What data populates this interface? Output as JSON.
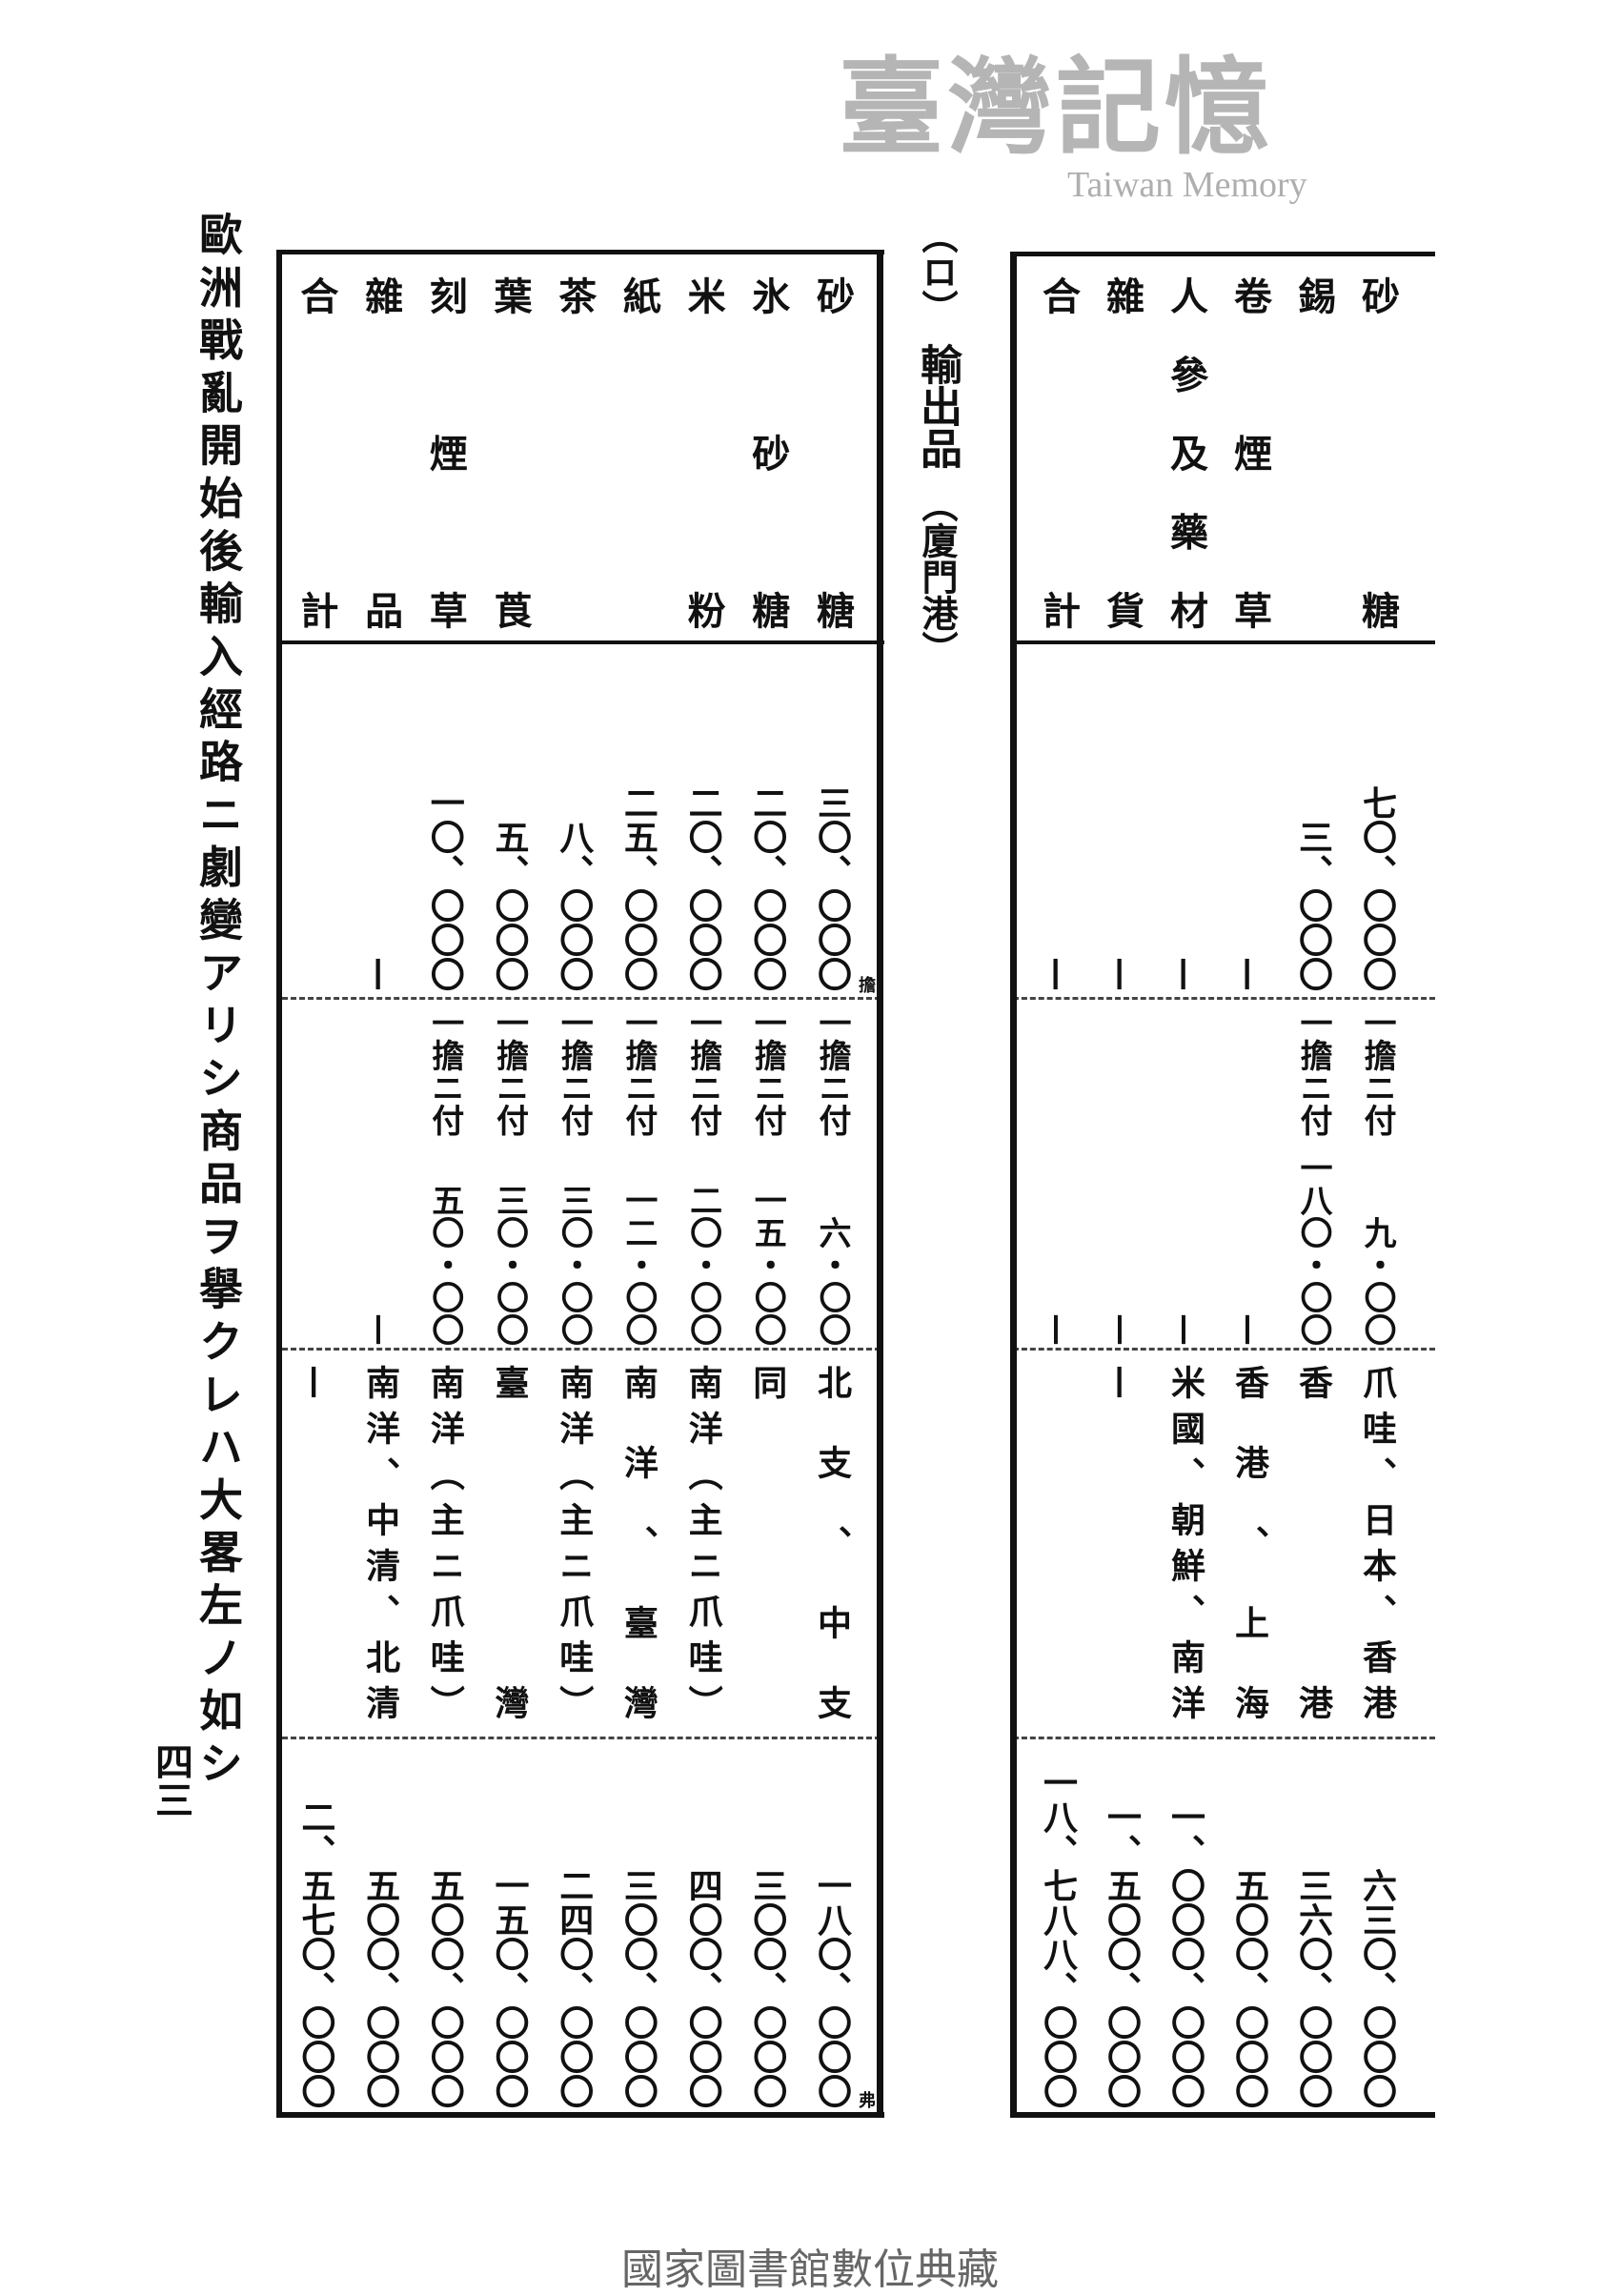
{
  "intro_text": "歐洲戰亂開始後輸入經路ニ劇變アリシ商品ヲ擧クレハ大畧左ノ如シ",
  "page_number": "四三",
  "section": {
    "marker": "（ロ）",
    "title": "輸出品",
    "port": "（廈門港）"
  },
  "unit_marks": {
    "quantity": "擔",
    "value": "弗"
  },
  "import_table_continued": {
    "rows": [
      {
        "item": "砂糖",
        "quantity": "七〇、〇〇〇",
        "unit": "一擔ニ付",
        "price": "九・〇〇",
        "origin": "爪哇、日本、香港",
        "value": "六三〇、〇〇〇"
      },
      {
        "item": "錫",
        "quantity": "三、〇〇〇",
        "unit": "一擔ニ付",
        "price": "一八〇・〇〇",
        "origin": "香港",
        "value": "三六〇、〇〇〇"
      },
      {
        "item": "卷煙草",
        "quantity": "—",
        "unit": "",
        "price": "—",
        "origin": "香港、上海",
        "value": "五〇〇、〇〇〇"
      },
      {
        "item": "人參及藥材",
        "quantity": "—",
        "unit": "",
        "price": "—",
        "origin": "米國、朝鮮、南洋",
        "value": "一、〇〇〇、〇〇〇"
      },
      {
        "item": "雜貨",
        "quantity": "—",
        "unit": "",
        "price": "—",
        "origin": "—",
        "value": "一、五〇〇、〇〇〇"
      },
      {
        "item": "合計",
        "quantity": "—",
        "unit": "",
        "price": "—",
        "origin": "",
        "value": "一八、七八八、〇〇〇"
      }
    ]
  },
  "export_table": {
    "rows": [
      {
        "item": "砂糖",
        "quantity": "三〇、〇〇〇",
        "unit": "一擔ニ付",
        "price": "六・〇〇",
        "origin": "北支、中支",
        "value": "一八〇、〇〇〇"
      },
      {
        "item": "氷砂糖",
        "quantity": "二〇、〇〇〇",
        "unit": "一擔ニ付",
        "price": "一五・〇〇",
        "origin": "同",
        "value": "三〇〇、〇〇〇"
      },
      {
        "item": "米粉",
        "quantity": "二〇、〇〇〇",
        "unit": "一擔ニ付",
        "price": "二〇・〇〇",
        "origin": "南洋（主ニ爪哇）",
        "value": "四〇〇、〇〇〇"
      },
      {
        "item": "紙",
        "quantity": "二五、〇〇〇",
        "unit": "一擔ニ付",
        "price": "一二・〇〇",
        "origin": "南洋、臺灣",
        "value": "三〇〇、〇〇〇"
      },
      {
        "item": "茶",
        "quantity": "八、〇〇〇",
        "unit": "一擔ニ付",
        "price": "三〇・〇〇",
        "origin": "南洋（主ニ爪哇）",
        "value": "二四〇、〇〇〇"
      },
      {
        "item": "葉莨",
        "quantity": "五、〇〇〇",
        "unit": "一擔ニ付",
        "price": "三〇・〇〇",
        "origin": "臺灣",
        "value": "一五〇、〇〇〇"
      },
      {
        "item": "刻煙草",
        "quantity": "一〇、〇〇〇",
        "unit": "一擔ニ付",
        "price": "五〇・〇〇",
        "origin": "南洋（主ニ爪哇）",
        "value": "五〇〇、〇〇〇"
      },
      {
        "item": "雜品",
        "quantity": "—",
        "unit": "",
        "price": "—",
        "origin": "南洋、中清、北清",
        "value": "五〇〇、〇〇〇"
      },
      {
        "item": "合計",
        "quantity": "",
        "unit": "",
        "price": "",
        "origin": "—",
        "value": "二、五七〇、〇〇〇"
      }
    ]
  },
  "watermark": {
    "chinese": "臺灣記憶",
    "english": "Taiwan Memory"
  },
  "footer": "國家圖書館數位典藏"
}
